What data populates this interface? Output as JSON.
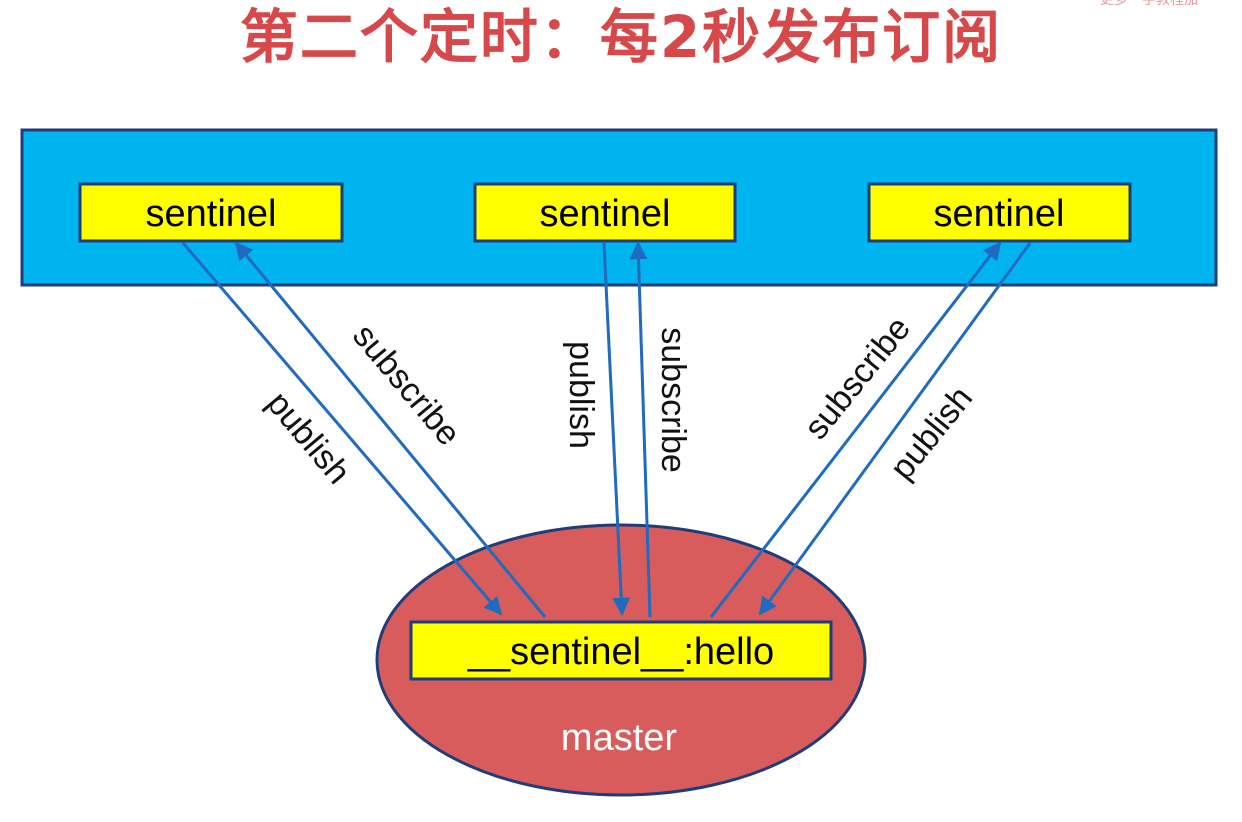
{
  "title": "第二个定时：每2秒发布订阅",
  "watermark": "更多一手教程加",
  "colors": {
    "title": "#d6484a",
    "sentinel_group_fill": "#00b4f0",
    "sentinel_box_fill": "#ffff00",
    "channel_box_fill": "#ffff00",
    "master_fill": "#d95c5c",
    "border": "#1f3d7a",
    "arrow": "#1e6bc0"
  },
  "sentinels": [
    {
      "label": "sentinel"
    },
    {
      "label": "sentinel"
    },
    {
      "label": "sentinel"
    }
  ],
  "channel": {
    "label": "__sentinel__:hello"
  },
  "master": {
    "label": "master"
  },
  "edge_labels": {
    "left_publish": "publish",
    "left_subscribe": "subscribe",
    "middle_publish": "publish",
    "middle_subscribe": "subscribe",
    "right_subscribe": "subscribe",
    "right_publish": "publish"
  }
}
